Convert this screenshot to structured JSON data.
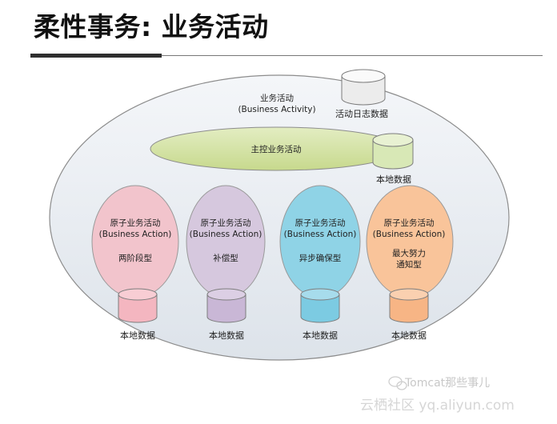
{
  "header": {
    "title": "柔性事务: 业务活动"
  },
  "diagram": {
    "outer": {
      "title_cn": "业务活动",
      "title_en": "(Business Activity)",
      "store_label": "活动日志数据"
    },
    "main": {
      "label": "主控业务活动",
      "store_label": "本地数据"
    },
    "actions": [
      {
        "title_cn": "原子业务活动",
        "title_en": "(Business Action)",
        "type_lines": [
          "两阶段型"
        ],
        "store_label": "本地数据",
        "fill": "#f2c4cc",
        "db": "#f4b6c0"
      },
      {
        "title_cn": "原子业务活动",
        "title_en": "(Business Action)",
        "type_lines": [
          "补偿型"
        ],
        "store_label": "本地数据",
        "fill": "#d6c8de",
        "db": "#c9b7d6"
      },
      {
        "title_cn": "原子业务活动",
        "title_en": "(Business Action)",
        "type_lines": [
          "异步确保型"
        ],
        "store_label": "本地数据",
        "fill": "#8fd3e6",
        "db": "#7ccbe2"
      },
      {
        "title_cn": "原子业务活动",
        "title_en": "(Business Action)",
        "type_lines": [
          "最大努力",
          "通知型"
        ],
        "store_label": "本地数据",
        "fill": "#f9c49a",
        "db": "#f7b585"
      }
    ]
  },
  "watermark": {
    "brand": "Tomcat那些事儿",
    "site": "云栖社区 yq.aliyun.com"
  },
  "colors": {
    "outer_fill": "#e9edf2",
    "main_fill": "#d4e3a6",
    "outer_db": "#f0f0f0",
    "main_db": "#d8e8b6",
    "stroke": "#8c8c8c"
  }
}
